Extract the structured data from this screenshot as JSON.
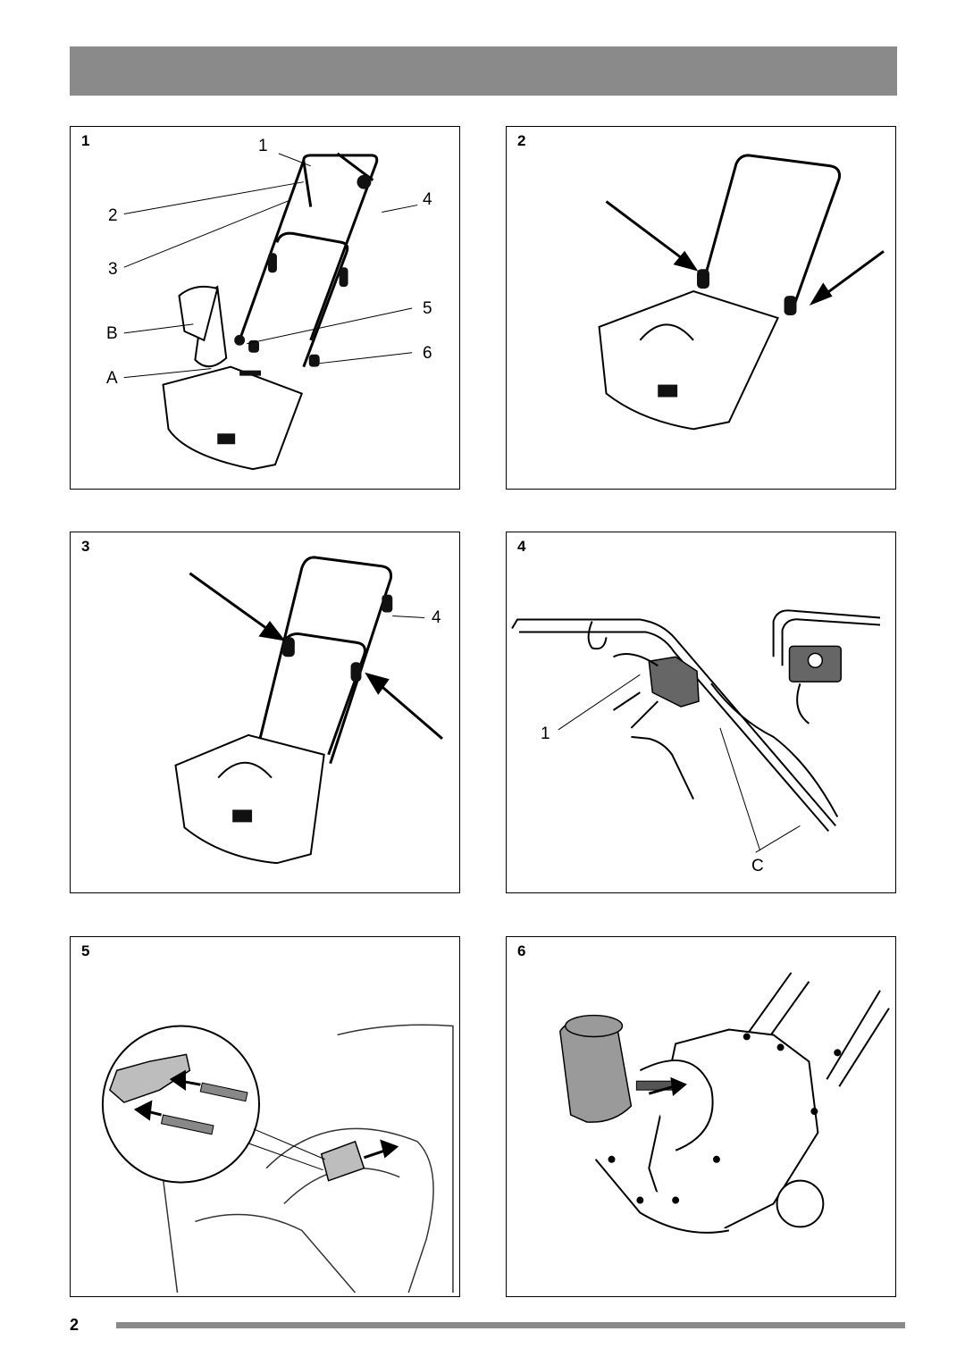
{
  "header": {
    "color": "#8a8a8a"
  },
  "figures": [
    {
      "number": "1",
      "callouts": [
        "1",
        "2",
        "3",
        "4",
        "5",
        "6",
        "B",
        "A"
      ]
    },
    {
      "number": "2"
    },
    {
      "number": "3",
      "callouts": [
        "4"
      ]
    },
    {
      "number": "4",
      "callouts": [
        "1",
        "C"
      ]
    },
    {
      "number": "5"
    },
    {
      "number": "6"
    }
  ],
  "footer": {
    "page_number": "2",
    "bar_color": "#8a8a8a"
  }
}
